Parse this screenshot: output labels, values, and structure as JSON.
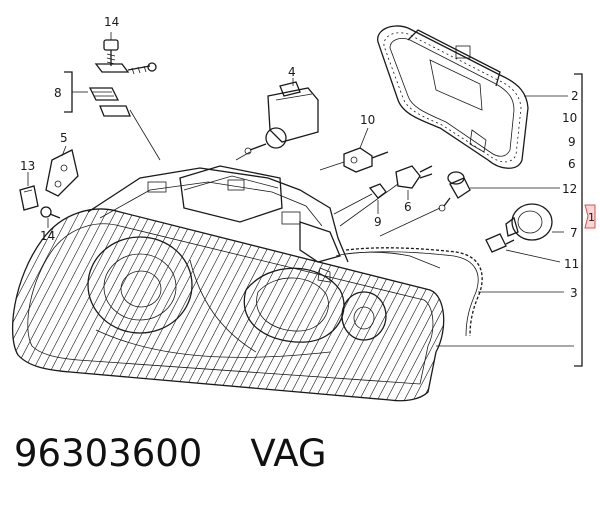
{
  "callouts": {
    "c14_top": "14",
    "c8": "8",
    "c4": "4",
    "c2": "2",
    "c10_mid": "10",
    "c10_right": "10",
    "c9_right": "9",
    "c6_right": "6",
    "c5": "5",
    "c13": "13",
    "c14_low": "14",
    "c9_mid": "9",
    "c6_mid": "6",
    "c12": "12",
    "c1": "1",
    "c7": "7",
    "c11": "11",
    "c3": "3"
  },
  "footer": {
    "part_number": "96303600",
    "brand": "VAG"
  },
  "colors": {
    "line": "#1a1a1a",
    "highlight_fill": "#f6d6d6",
    "highlight_stroke": "#d9534f"
  }
}
